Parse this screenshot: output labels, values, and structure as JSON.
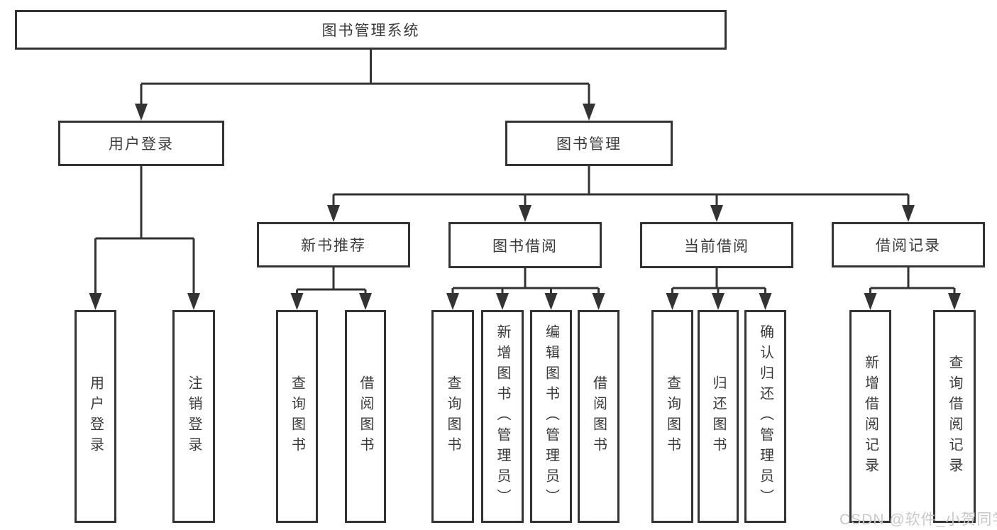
{
  "page": {
    "background_color": "#ffffff",
    "line_color": "#333333",
    "text_color": "#3a3a3a",
    "watermark_color": "#c9c9c9"
  },
  "nodes": {
    "root": {
      "label": "图书管理系统"
    },
    "user_login": {
      "label": "用户登录"
    },
    "book_management": {
      "label": "图书管理"
    },
    "new_book_recommendation": {
      "label": "新书推荐"
    },
    "book_borrowing": {
      "label": "图书借阅"
    },
    "current_borrowing": {
      "label": "当前借阅"
    },
    "borrowing_records": {
      "label": "借阅记录"
    },
    "leaves": {
      "user_login": {
        "label": "用户登录"
      },
      "logout": {
        "label": "注销登录"
      },
      "nb_query_books": {
        "label": "查询图书"
      },
      "nb_borrow_books": {
        "label": "借阅图书"
      },
      "bb_query_books": {
        "label": "查询图书"
      },
      "bb_add_books_admin": {
        "label": "新增图书（管理员）"
      },
      "bb_edit_books_admin": {
        "label": "编辑图书（管理员）"
      },
      "bb_borrow_books": {
        "label": "借阅图书"
      },
      "cb_query_books": {
        "label": "查询图书"
      },
      "cb_return_books": {
        "label": "归还图书"
      },
      "cb_confirm_return_admin": {
        "label": "确认归还（管理员）"
      },
      "br_add_record": {
        "label": "新增借阅记录"
      },
      "br_query_record": {
        "label": "查询借阅记录"
      }
    }
  },
  "watermark": {
    "text": "CSDN @软件_小贺同学"
  }
}
